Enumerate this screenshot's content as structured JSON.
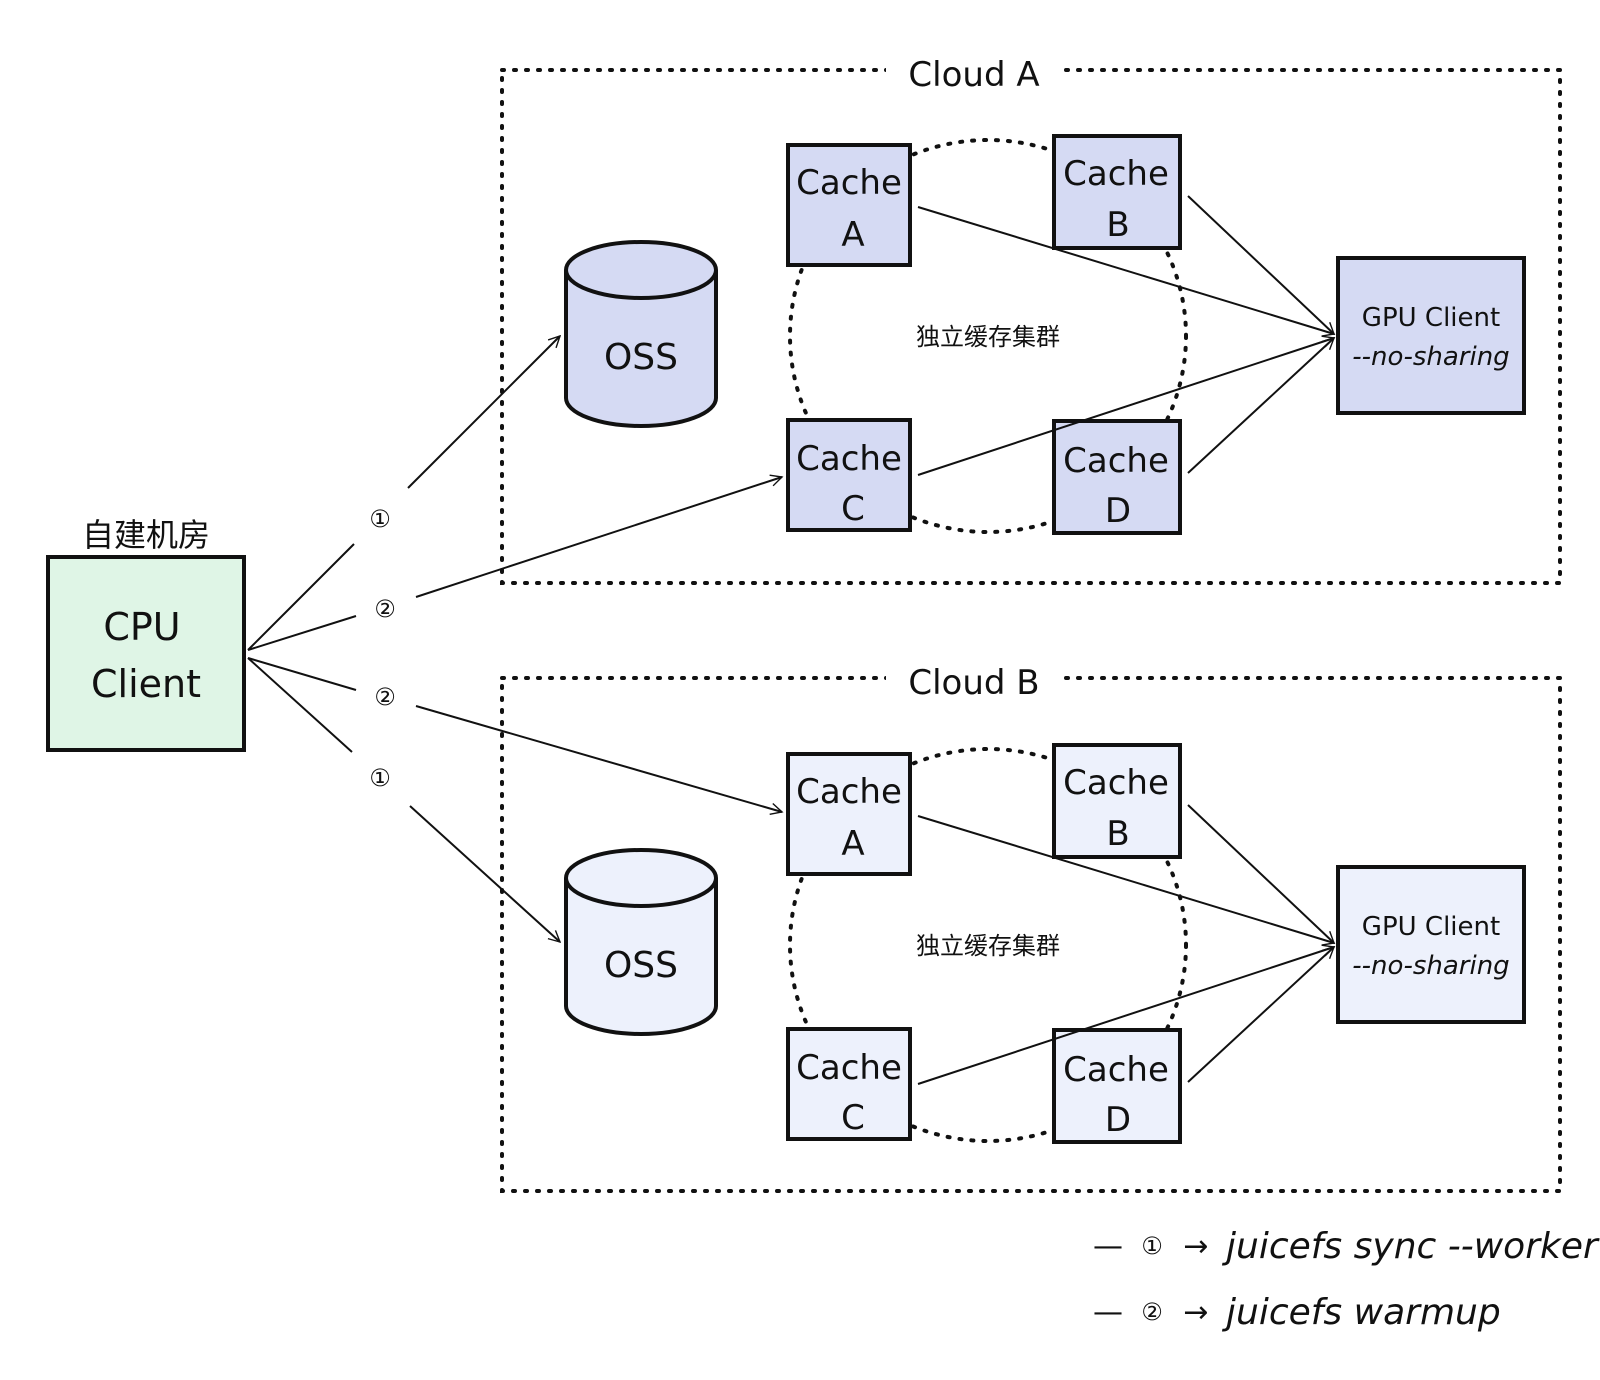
{
  "cpu": {
    "room_label": "自建机房",
    "line1": "CPU",
    "line2": "Client"
  },
  "steps": {
    "one": "①",
    "two": "②"
  },
  "cloud_a": {
    "title": "Cloud A",
    "cluster_label": "独立缓存集群",
    "oss_label": "OSS",
    "caches": [
      {
        "line1": "Cache",
        "line2": "A"
      },
      {
        "line1": "Cache",
        "line2": "B"
      },
      {
        "line1": "Cache",
        "line2": "C"
      },
      {
        "line1": "Cache",
        "line2": "D"
      }
    ],
    "gpu": {
      "line1": "GPU Client",
      "line2": "--no-sharing"
    }
  },
  "cloud_b": {
    "title": "Cloud B",
    "cluster_label": "独立缓存集群",
    "oss_label": "OSS",
    "caches": [
      {
        "line1": "Cache",
        "line2": "A"
      },
      {
        "line1": "Cache",
        "line2": "B"
      },
      {
        "line1": "Cache",
        "line2": "C"
      },
      {
        "line1": "Cache",
        "line2": "D"
      }
    ],
    "gpu": {
      "line1": "GPU Client",
      "line2": "--no-sharing"
    }
  },
  "legend": [
    {
      "dash": "—",
      "step": "①",
      "arrow": "→",
      "text": "juicefs sync --worker"
    },
    {
      "dash": "—",
      "step": "②",
      "arrow": "→",
      "text": "juicefs warmup"
    }
  ],
  "colors": {
    "cloud_a_fill": "#d5daf3",
    "cloud_b_fill": "#edf1fc",
    "cpu_fill": "#dff5e6",
    "stroke": "#111111"
  }
}
